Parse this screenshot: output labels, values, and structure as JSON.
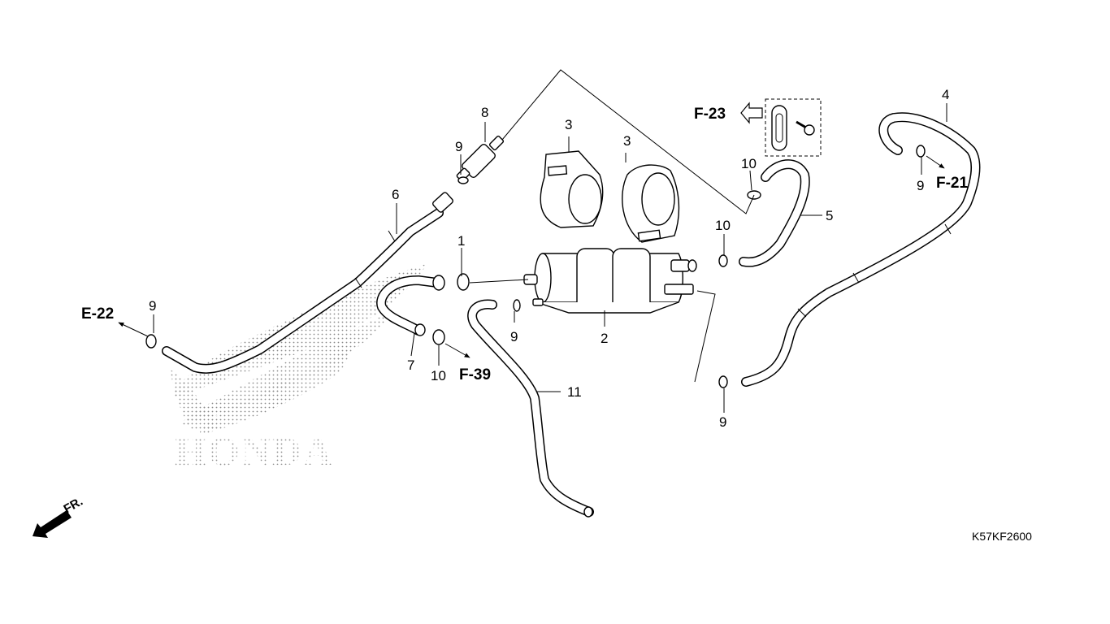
{
  "callouts": {
    "p1": "1",
    "p2": "2",
    "p3a": "3",
    "p3b": "3",
    "p4": "4",
    "p5": "5",
    "p6": "6",
    "p7": "7",
    "p8": "8",
    "p9a": "9",
    "p9b": "9",
    "p9c": "9",
    "p9d": "9",
    "p9e": "9",
    "p10a": "10",
    "p10b": "10",
    "p10c": "10",
    "p11": "11"
  },
  "references": {
    "e22": "E-22",
    "f39": "F-39",
    "f23": "F-23",
    "f21": "F-21"
  },
  "direction_label": "FR.",
  "watermark": "HONDA",
  "diagram_code": "K57KF2600"
}
